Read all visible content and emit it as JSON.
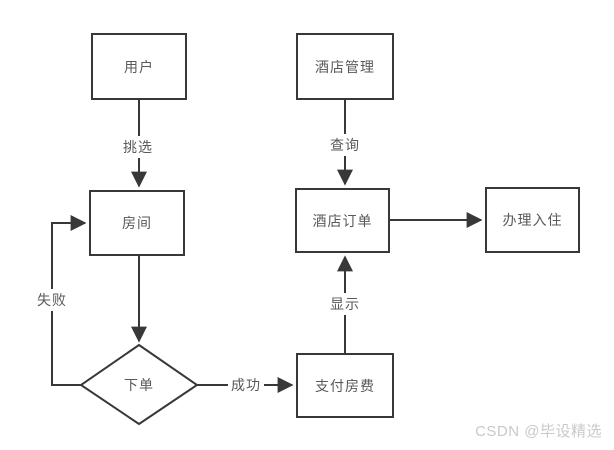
{
  "diagram": {
    "title": "hotel-booking-flowchart",
    "nodes": {
      "user": {
        "label": "用户",
        "shape": "rect"
      },
      "hotel_mgmt": {
        "label": "酒店管理",
        "shape": "rect"
      },
      "room": {
        "label": "房间",
        "shape": "rect"
      },
      "hotel_order": {
        "label": "酒店订单",
        "shape": "rect"
      },
      "checkin": {
        "label": "办理入住",
        "shape": "rect"
      },
      "pay": {
        "label": "支付房费",
        "shape": "rect"
      },
      "place_order": {
        "label": "下单",
        "shape": "diamond"
      }
    },
    "edges": [
      {
        "from": "用户",
        "to": "房间",
        "label": "挑选"
      },
      {
        "from": "酒店管理",
        "to": "酒店订单",
        "label": "查询"
      },
      {
        "from": "房间",
        "to": "下单",
        "label": ""
      },
      {
        "from": "下单",
        "to": "支付房费",
        "label": "成功"
      },
      {
        "from": "支付房费",
        "to": "酒店订单",
        "label": "显示"
      },
      {
        "from": "酒店订单",
        "to": "办理入住",
        "label": ""
      },
      {
        "from": "下单",
        "to": "房间",
        "label": "失败"
      }
    ],
    "watermark": "CSDN @毕设精选",
    "colors": {
      "line": "#383838",
      "node_border": "#383838",
      "text": "#595959",
      "watermark": "#c9c9c9",
      "background": "#ffffff"
    }
  }
}
